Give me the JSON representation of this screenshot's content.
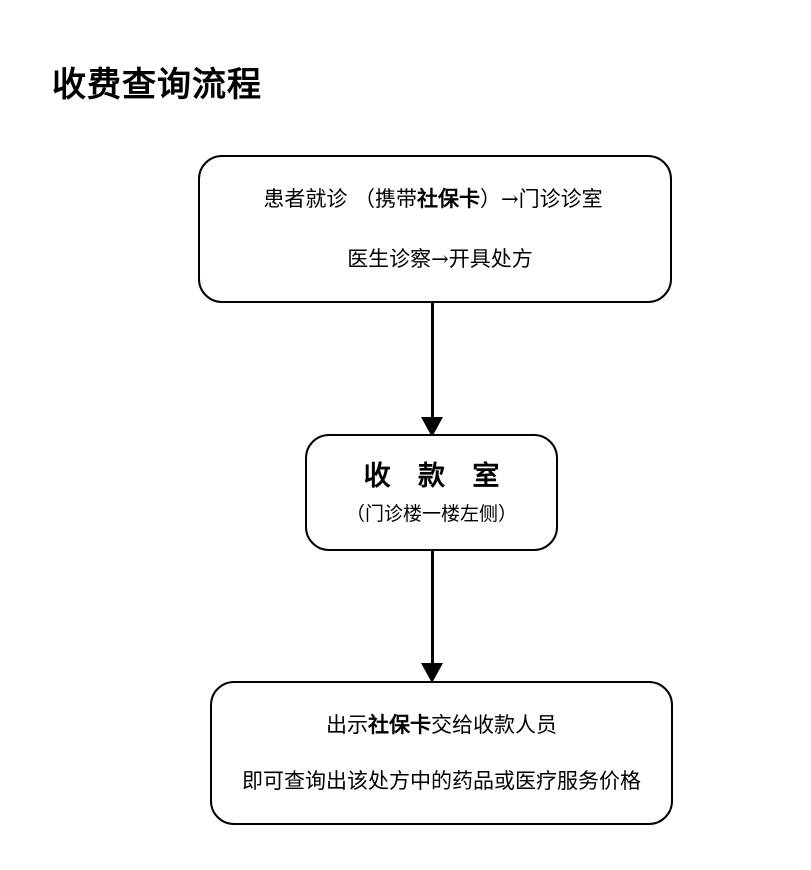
{
  "document": {
    "title": "收费查询流程",
    "background_color": "#ffffff",
    "text_color": "#000000",
    "border_color": "#000000"
  },
  "flowchart": {
    "type": "vertical-flow",
    "nodes": [
      {
        "id": "visit",
        "shape": "rounded-rectangle",
        "line_1_prefix": "患者就诊 （携带",
        "line_1_bold": "社保卡",
        "line_1_suffix": "）→门诊诊室",
        "line_2": "医生诊察→开具处方"
      },
      {
        "id": "cashier",
        "shape": "rounded-rectangle",
        "line_1": "收 款 室",
        "line_2": "（门诊楼一楼左侧）"
      },
      {
        "id": "query",
        "shape": "rounded-rectangle",
        "line_1_prefix": "出示",
        "line_1_bold": "社保卡",
        "line_1_suffix": "交给收款人员",
        "line_2": "即可查询出该处方中的药品或医疗服务价格"
      }
    ],
    "connectors": [
      {
        "id": "visit-to-cashier",
        "from": "visit",
        "to": "cashier",
        "style": "solid-arrow-down"
      },
      {
        "id": "cashier-to-query",
        "from": "cashier",
        "to": "query",
        "style": "solid-arrow-down"
      }
    ]
  }
}
